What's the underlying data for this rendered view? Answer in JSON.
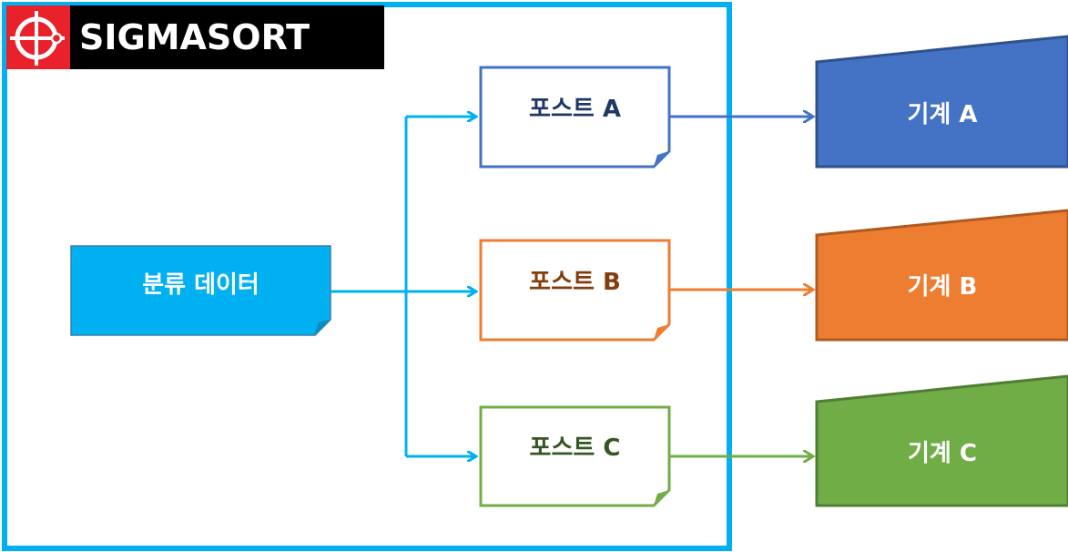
{
  "logo": {
    "text": "SIGMASORT"
  },
  "source": {
    "label": "분류 데이터"
  },
  "hosts": [
    {
      "label": "포스트 A",
      "color": "#4472c4",
      "text_color": "#1f3864"
    },
    {
      "label": "포스트 B",
      "color": "#ed7d31",
      "text_color": "#843c0c"
    },
    {
      "label": "포스트 C",
      "color": "#70ad47",
      "text_color": "#375623"
    }
  ],
  "machines": [
    {
      "label": "기계 A",
      "color": "#4472c4",
      "border": "#2f528f"
    },
    {
      "label": "기계 B",
      "color": "#ed7d31",
      "border": "#ae5a21"
    },
    {
      "label": "기계 C",
      "color": "#70ad47",
      "border": "#507e32"
    }
  ],
  "colors": {
    "frame": "#00b0f0",
    "source_fill": "#00b0f0",
    "arrow": "#00b0f0"
  }
}
